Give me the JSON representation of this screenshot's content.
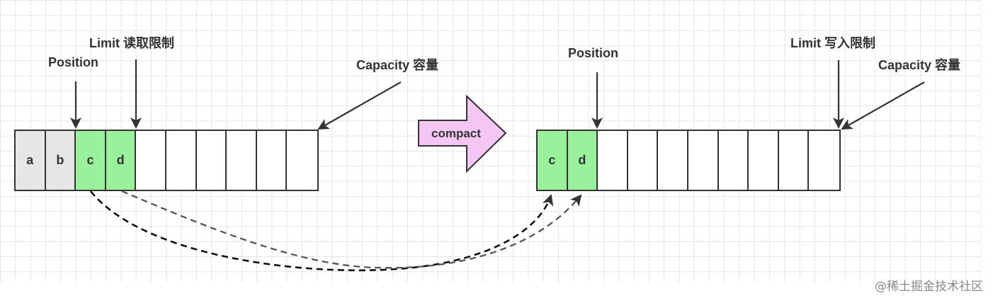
{
  "before": {
    "labels": {
      "position": "Position",
      "limit": "Limit 读取限制",
      "capacity": "Capacity 容量"
    },
    "cells": [
      {
        "text": "a",
        "state": "gray"
      },
      {
        "text": "b",
        "state": "gray"
      },
      {
        "text": "c",
        "state": "green"
      },
      {
        "text": "d",
        "state": "green"
      },
      {
        "text": "",
        "state": "empty"
      },
      {
        "text": "",
        "state": "empty"
      },
      {
        "text": "",
        "state": "empty"
      },
      {
        "text": "",
        "state": "empty"
      },
      {
        "text": "",
        "state": "empty"
      },
      {
        "text": "",
        "state": "empty"
      }
    ]
  },
  "action": {
    "label": "compact",
    "color": "#f4c6f4"
  },
  "after": {
    "labels": {
      "position": "Position",
      "limit": "Limit 写入限制",
      "capacity": "Capacity 容量"
    },
    "cells": [
      {
        "text": "c",
        "state": "green"
      },
      {
        "text": "d",
        "state": "green"
      },
      {
        "text": "",
        "state": "empty"
      },
      {
        "text": "",
        "state": "empty"
      },
      {
        "text": "",
        "state": "empty"
      },
      {
        "text": "",
        "state": "empty"
      },
      {
        "text": "",
        "state": "empty"
      },
      {
        "text": "",
        "state": "empty"
      },
      {
        "text": "",
        "state": "empty"
      },
      {
        "text": "",
        "state": "empty"
      }
    ]
  },
  "colors": {
    "filled": "#e6e6e6",
    "data": "#99f29b",
    "grid": "#e6e6e6"
  },
  "watermark": "@稀土掘金技术社区"
}
